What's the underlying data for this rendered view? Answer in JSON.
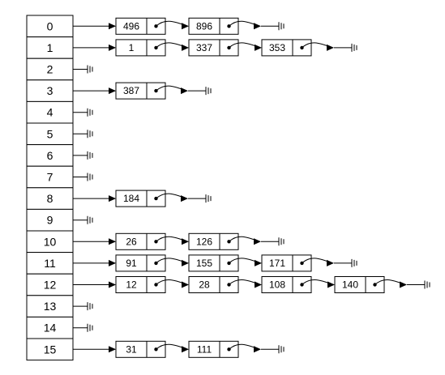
{
  "buckets": [
    {
      "index": "0",
      "chain": [
        "496",
        "896"
      ]
    },
    {
      "index": "1",
      "chain": [
        "1",
        "337",
        "353"
      ]
    },
    {
      "index": "2",
      "chain": []
    },
    {
      "index": "3",
      "chain": [
        "387"
      ]
    },
    {
      "index": "4",
      "chain": []
    },
    {
      "index": "5",
      "chain": []
    },
    {
      "index": "6",
      "chain": []
    },
    {
      "index": "7",
      "chain": []
    },
    {
      "index": "8",
      "chain": [
        "184"
      ]
    },
    {
      "index": "9",
      "chain": []
    },
    {
      "index": "10",
      "chain": [
        "26",
        "126"
      ]
    },
    {
      "index": "11",
      "chain": [
        "91",
        "155",
        "171"
      ]
    },
    {
      "index": "12",
      "chain": [
        "12",
        "28",
        "108",
        "140"
      ]
    },
    {
      "index": "13",
      "chain": []
    },
    {
      "index": "14",
      "chain": []
    },
    {
      "index": "15",
      "chain": [
        "31",
        "111"
      ]
    }
  ],
  "colors": {
    "stroke": "#000000",
    "fill": "#ffffff"
  }
}
